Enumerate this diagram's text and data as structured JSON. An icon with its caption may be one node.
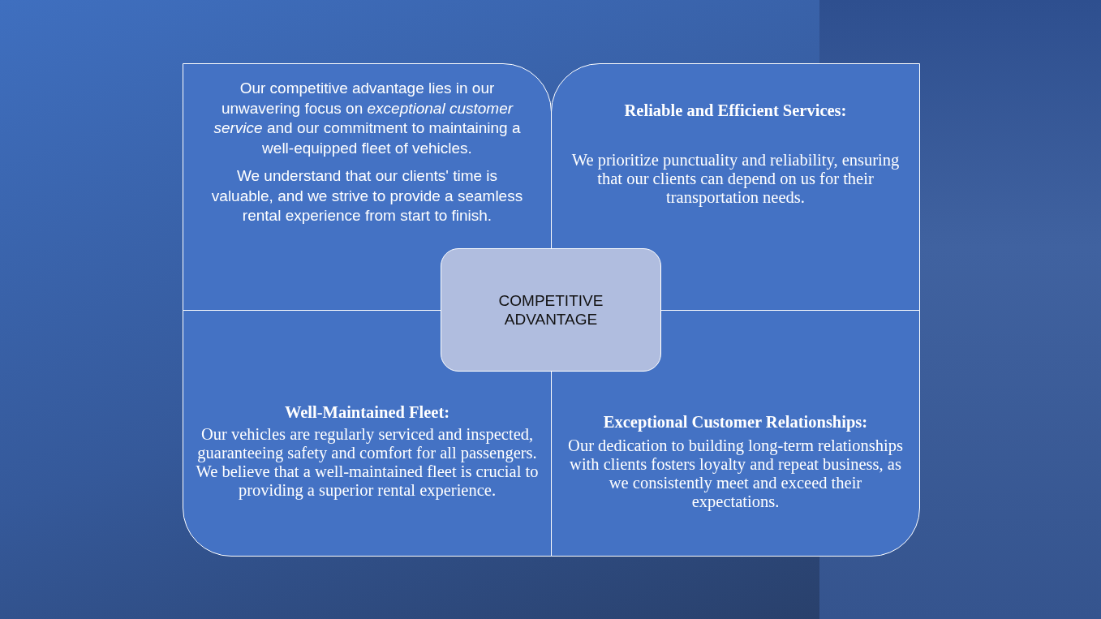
{
  "diagram": {
    "nodes": [
      {
        "text": [
          "Our competitive advantage lies in our unwavering focus on *exceptional customer service* and our commitment to maintaining a well-equipped fleet of vehicles.",
          "We understand that our clients' time is valuable, and we strive to provide a seamless rental experience from start to finish."
        ]
      },
      {
        "text": [
          "Reliable and Efficient Services:",
          "We prioritize punctuality and reliability, ensuring that our clients can depend on us for their transportation needs."
        ]
      },
      {
        "text": [
          "Well-Maintained Fleet:",
          "Our vehicles are regularly serviced and inspected, guaranteeing safety and comfort for all passengers. We believe that a well-maintained fleet is crucial to providing a superior rental experience."
        ]
      },
      {
        "text": [
          "Exceptional Customer Relationships:",
          "Our dedication to building long-term relationships with clients fosters loyalty and repeat business, as we consistently meet and exceed their expectations."
        ]
      },
      {
        "text": [
          "COMPETITIVE ADVANTAGE"
        ]
      }
    ],
    "edges": []
  }
}
